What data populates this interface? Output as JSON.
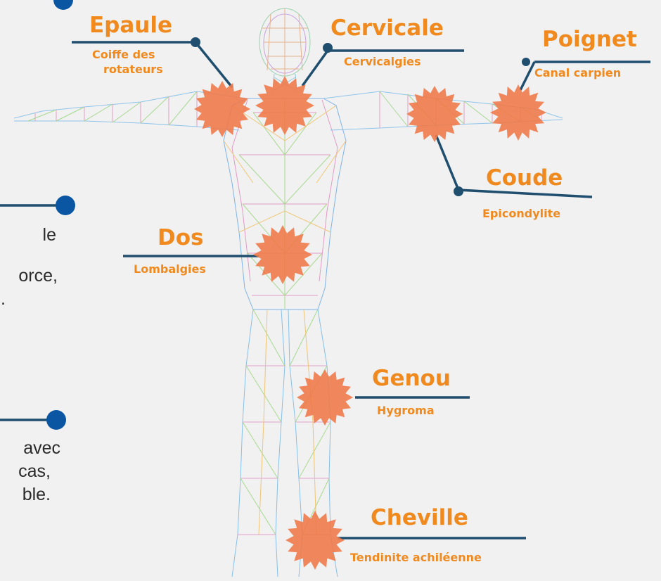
{
  "colors": {
    "accent": "#f08a1e",
    "line": "#1f4e6e",
    "bullet": "#0b56a3",
    "pain": "#f07a4a"
  },
  "labels": {
    "epaule": {
      "title": "Epaule",
      "sub1": "Coiffe des",
      "sub2": "rotateurs"
    },
    "cervicale": {
      "title": "Cervicale",
      "sub": "Cervicalgies"
    },
    "poignet": {
      "title": "Poignet",
      "sub": "Canal carpien"
    },
    "coude": {
      "title": "Coude",
      "sub": "Epicondylite"
    },
    "dos": {
      "title": "Dos",
      "sub": "Lombalgies"
    },
    "genou": {
      "title": "Genou",
      "sub": "Hygroma"
    },
    "cheville": {
      "title": "Cheville",
      "sub": "Tendinite achiléenne"
    }
  },
  "left_text": {
    "p1_l1": "le",
    "p1_l2": "orce,",
    "p1_l3": ".",
    "p2_l1": "avec",
    "p2_l2": "cas,",
    "p2_l3": "ble."
  }
}
